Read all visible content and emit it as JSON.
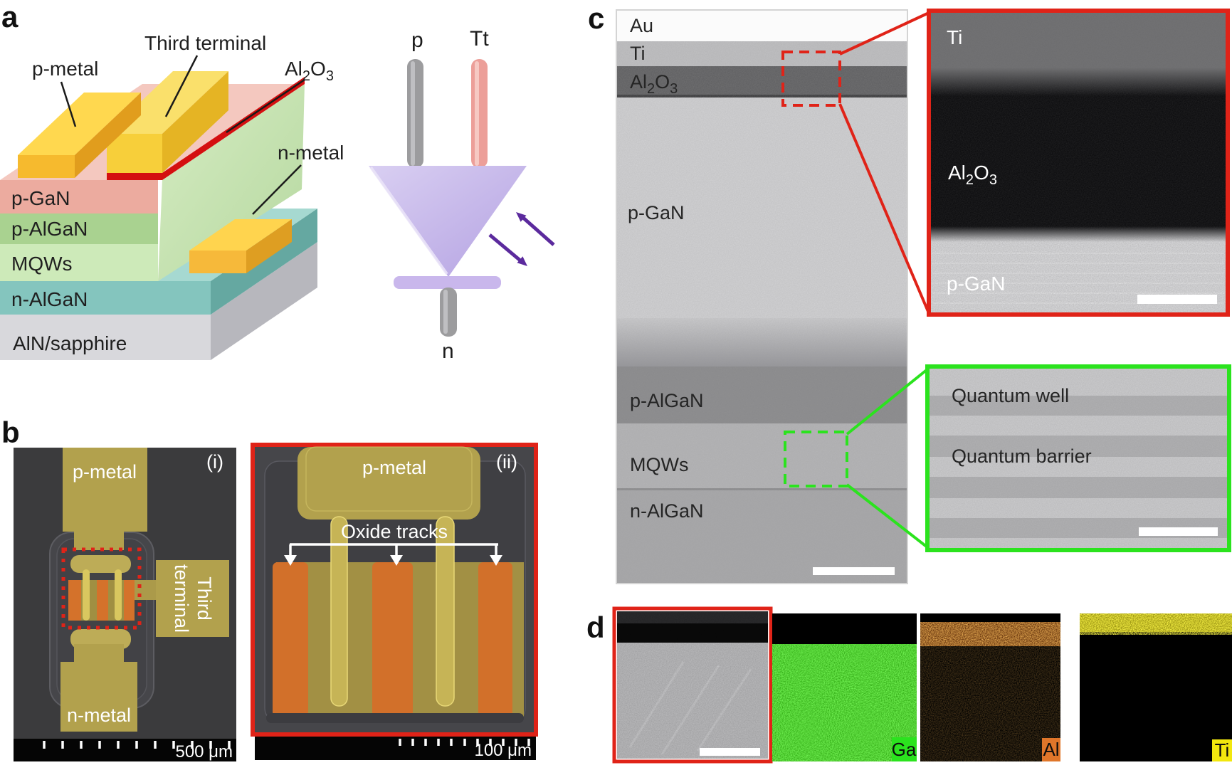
{
  "figure": {
    "background": "#ffffff",
    "colors": {
      "red_accent": "#e02318",
      "green_accent": "#2be31e",
      "gold_pad": "#b2a14d",
      "orange_track": "#d2702a",
      "ga_green": "#2be31e",
      "al_orange": "#e0762a",
      "ti_yellow": "#f2e70e",
      "arrow_purple": "#5b2a9d"
    },
    "panel_a": {
      "label": "a",
      "annotations": {
        "p_metal": "p-metal",
        "third_terminal": "Third terminal",
        "n_metal": "n-metal",
        "al2o3": {
          "el1": "Al",
          "sub1": "2",
          "el2": "O",
          "sub2": "3"
        }
      },
      "stack": {
        "p_gan": "p-GaN",
        "p_algan": "p-AlGaN",
        "mqws": "MQWs",
        "n_algan": "n-AlGaN",
        "substrate": "AlN/sapphire"
      },
      "symbol": {
        "p_terminal": "p",
        "third_terminal": "Tt",
        "n_terminal": "n"
      }
    },
    "panel_b": {
      "label": "b",
      "image_i": {
        "tag": "(i)",
        "p_metal": "p-metal",
        "third_terminal_line1": "Third",
        "third_terminal_line2": "terminal",
        "n_metal": "n-metal",
        "scale_label": "500 μm"
      },
      "image_ii": {
        "tag": "(ii)",
        "p_metal": "p-metal",
        "oxide_tracks": "Oxide tracks",
        "scale_label": "100 μm"
      }
    },
    "panel_c": {
      "label": "c",
      "main": {
        "au": "Au",
        "ti": "Ti",
        "al2o3": {
          "el1": "Al",
          "sub1": "2",
          "el2": "O",
          "sub2": "3"
        },
        "p_gan": "p-GaN",
        "p_algan": "p-AlGaN",
        "mqws": "MQWs",
        "n_algan": "n-AlGaN"
      },
      "red_inset": {
        "ti": "Ti",
        "al2o3": {
          "el1": "Al",
          "sub1": "2",
          "el2": "O",
          "sub2": "3"
        },
        "p_gan": "p-GaN"
      },
      "green_inset": {
        "quantum_well": "Quantum well",
        "quantum_barrier": "Quantum barrier"
      }
    },
    "panel_d": {
      "label": "d",
      "maps": [
        {
          "element": "Ga"
        },
        {
          "element": "Al"
        },
        {
          "element": "Ti"
        }
      ]
    }
  }
}
